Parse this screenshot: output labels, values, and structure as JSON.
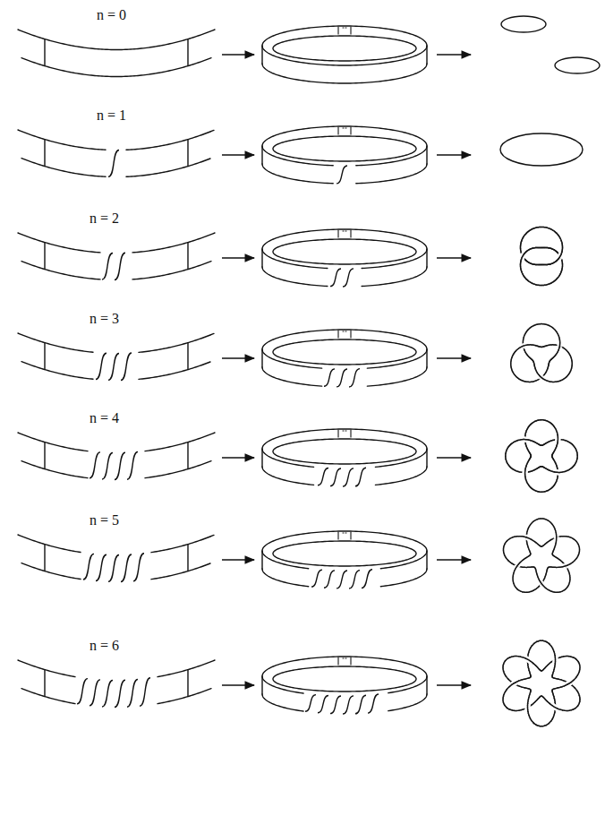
{
  "diagram": {
    "labels": [
      "n = 0",
      "n = 1",
      "n = 2",
      "n = 3",
      "n = 4",
      "n = 5",
      "n = 6"
    ]
  }
}
